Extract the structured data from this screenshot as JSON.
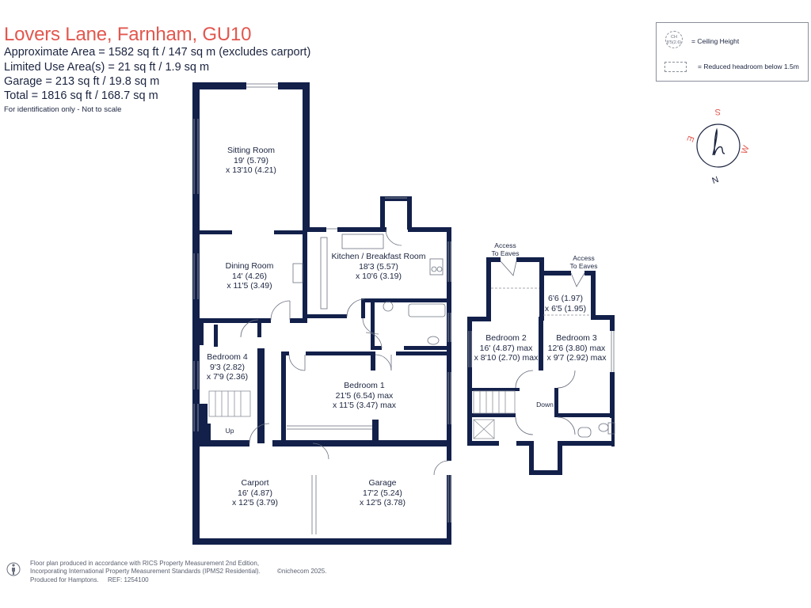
{
  "header": {
    "title": "Lovers Lane, Farnham, GU10",
    "lines": [
      "Approximate Area = 1582 sq ft / 147 sq m (excludes carport)",
      "Limited Use Area(s) = 21 sq ft / 1.9 sq m",
      "Garage = 213 sq ft / 19.8 sq m",
      "Total = 1816 sq ft / 168.7 sq m"
    ],
    "note": "For identification only - Not to scale"
  },
  "legend": {
    "ch_symbol_top": "CH",
    "ch_symbol_bottom": "8'5(2.6)",
    "ceiling_height": "= Ceiling Height",
    "reduced_headroom": "= Reduced headroom below 1.5m"
  },
  "compass": {
    "s": "S",
    "w": "W",
    "n": "N",
    "e": "E",
    "accent": "#e2574e"
  },
  "colors": {
    "wall": "#12204a",
    "accent": "#e2574e"
  },
  "rooms": {
    "sitting": {
      "name": "Sitting Room",
      "dim1": "19' (5.79)",
      "dim2": "x 13'10 (4.21)"
    },
    "dining": {
      "name": "Dining Room",
      "dim1": "14' (4.26)",
      "dim2": "x 11'5 (3.49)"
    },
    "kitchen": {
      "name": "Kitchen / Breakfast Room",
      "dim1": "18'3 (5.57)",
      "dim2": "x 10'6 (3.19)"
    },
    "bedroom4": {
      "name": "Bedroom 4",
      "dim1": "9'3 (2.82)",
      "dim2": "x 7'9 (2.36)"
    },
    "bedroom1": {
      "name": "Bedroom 1",
      "dim1": "21'5 (6.54) max",
      "dim2": "x 11'5 (3.47) max"
    },
    "carport": {
      "name": "Carport",
      "dim1": "16' (4.87)",
      "dim2": "x 12'5 (3.79)"
    },
    "garage": {
      "name": "Garage",
      "dim1": "17'2 (5.24)",
      "dim2": "x 12'5 (3.78)"
    },
    "bedroom2": {
      "name": "Bedroom 2",
      "dim1": "16' (4.87) max",
      "dim2": "x 8'10 (2.70) max"
    },
    "bedroom3": {
      "name": "Bedroom 3",
      "dim1": "12'6 (3.80) max",
      "dim2": "x 9'7 (2.92) max"
    },
    "landing_extra": {
      "dim1": "6'6 (1.97)",
      "dim2": "x 6'5 (1.95)"
    }
  },
  "labels": {
    "up": "Up",
    "down": "Down",
    "access_eaves_1a": "Access",
    "access_eaves_1b": "To Eaves",
    "access_eaves_2a": "Access",
    "access_eaves_2b": "To Eaves"
  },
  "footer": {
    "line1": "Floor plan produced in accordance with RICS Property Measurement 2nd Edition,",
    "line2": "Incorporating International Property Measurement Standards (IPMS2 Residential).",
    "brand": "©nichecom 2025.",
    "line3": "Produced for Hamptons.",
    "ref": "REF:  1254100"
  }
}
